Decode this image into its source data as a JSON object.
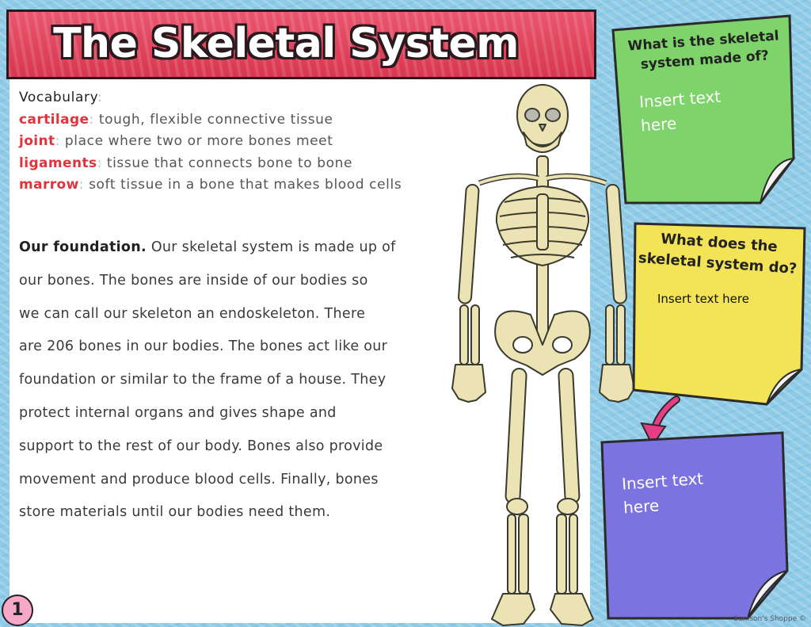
{
  "title": "The Skeletal System",
  "vocabulary": {
    "heading": "Vocabulary",
    "items": [
      {
        "term": "cartilage",
        "definition": "tough, flexible connective tissue"
      },
      {
        "term": "joint",
        "definition": "place where two or more bones meet"
      },
      {
        "term": "ligaments",
        "definition": "tissue that connects bone to bone"
      },
      {
        "term": "marrow",
        "definition": "soft tissue in a bone that makes blood cells"
      }
    ]
  },
  "passage": {
    "lead": "Our foundation.",
    "lines": [
      "Our skeletal system is made up of",
      "our bones.  The bones are inside of our bodies so",
      "we can call our skeleton an endoskeleton. There",
      "are 206 bones in our bodies. The bones act like our",
      "foundation or similar to the frame of a house. They",
      "protect internal organs and gives shape and",
      "support to the rest of our body. Bones also provide",
      "movement and produce blood cells. Finally, bones",
      "store materials until our bodies need them."
    ]
  },
  "notes": {
    "green": {
      "question_line1": "What is the skeletal",
      "question_line2": "system made of?",
      "insert_line1": "Insert text",
      "insert_line2": "here",
      "color": "#7ed36b"
    },
    "yellow": {
      "question_line1": "What does the",
      "question_line2": "skeletal system do?",
      "insert": "Insert text here",
      "color": "#f3e356"
    },
    "purple": {
      "insert_line1": "Insert text",
      "insert_line2": "here",
      "color": "#7a73e0"
    }
  },
  "page_number": "1",
  "credit": "Samson's Shoppe ©"
}
